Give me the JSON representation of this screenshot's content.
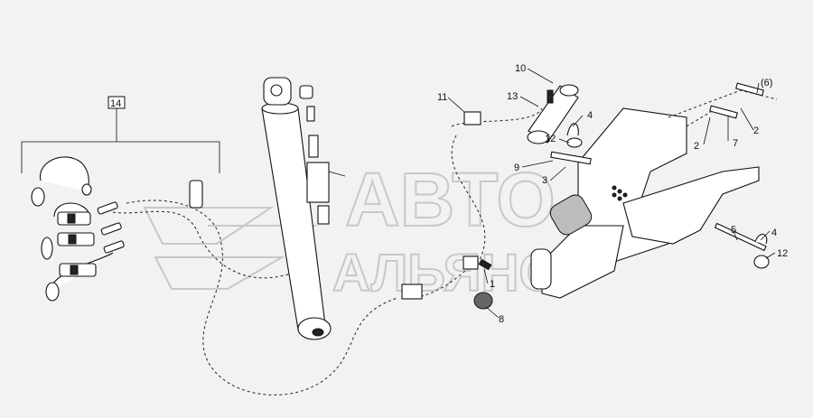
{
  "watermark": {
    "line1": "АВТО",
    "line2": "АЛЬЯНС"
  },
  "callouts": [
    {
      "id": "c1",
      "label": "1"
    },
    {
      "id": "c2a",
      "label": "2"
    },
    {
      "id": "c2b",
      "label": "2"
    },
    {
      "id": "c3",
      "label": "3"
    },
    {
      "id": "c4a",
      "label": "4"
    },
    {
      "id": "c4b",
      "label": "4"
    },
    {
      "id": "c5",
      "label": "5"
    },
    {
      "id": "c6",
      "label": "(6)"
    },
    {
      "id": "c7",
      "label": "7"
    },
    {
      "id": "c8",
      "label": "8"
    },
    {
      "id": "c9",
      "label": "9"
    },
    {
      "id": "c10",
      "label": "10"
    },
    {
      "id": "c11",
      "label": "11"
    },
    {
      "id": "c12a",
      "label": "12"
    },
    {
      "id": "c12b",
      "label": "12"
    },
    {
      "id": "c13",
      "label": "13"
    },
    {
      "id": "c14",
      "label": "14"
    }
  ],
  "colors": {
    "background": "#f2f2f2",
    "line": "#111111",
    "watermark": "#c8c8c8"
  }
}
